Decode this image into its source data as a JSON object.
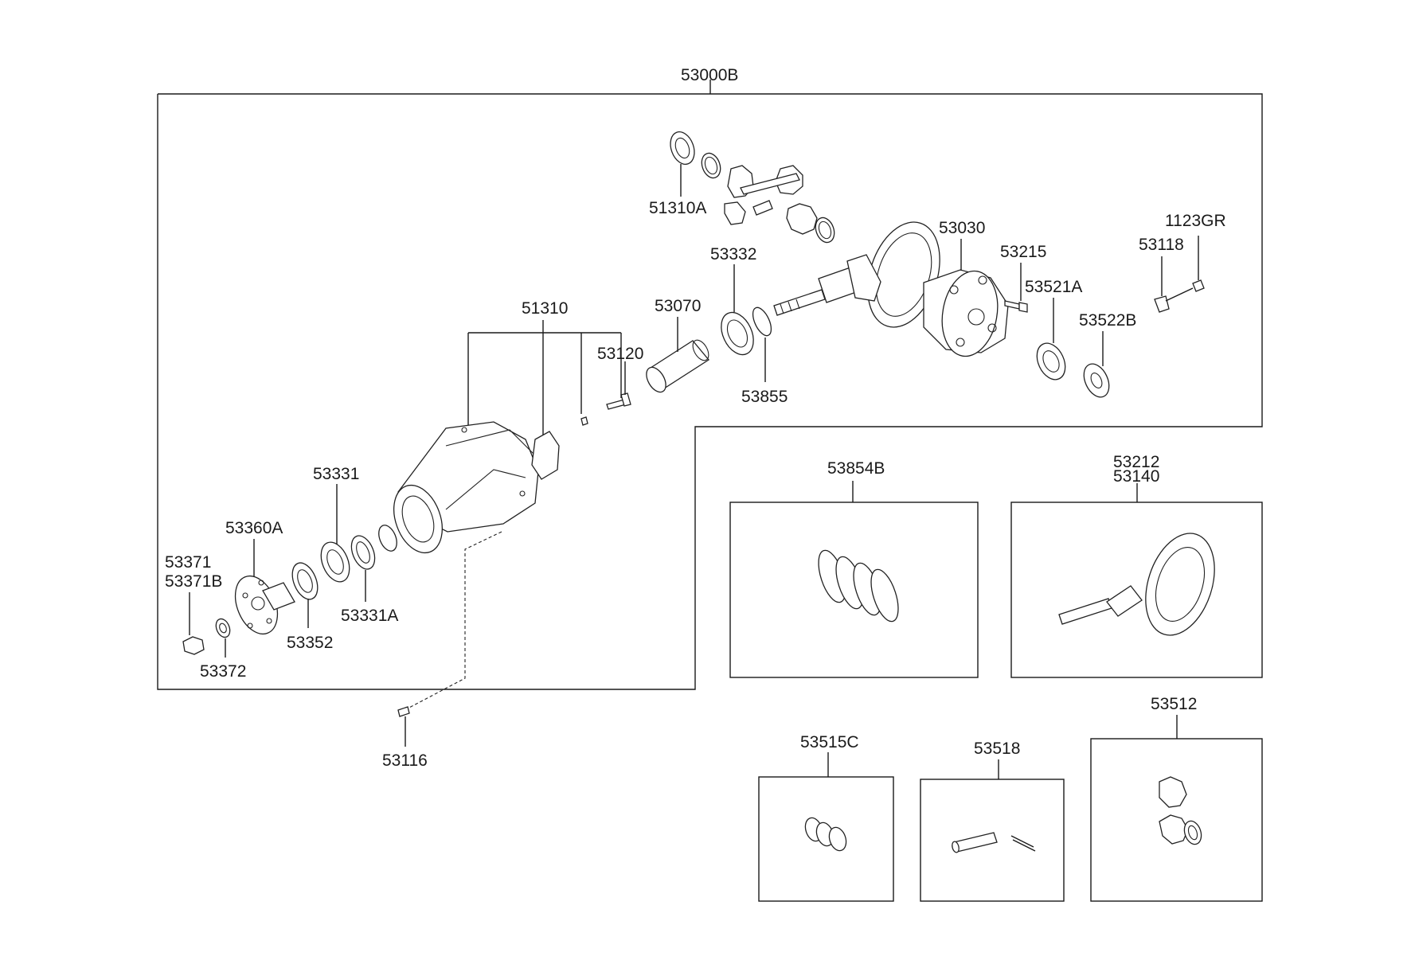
{
  "labels": {
    "assembly": "53000B",
    "p51310A": "51310A",
    "p53030": "53030",
    "p1123GR": "1123GR",
    "p53118": "53118",
    "p53215": "53215",
    "p53332": "53332",
    "p53521A": "53521A",
    "p51310": "51310",
    "p53070": "53070",
    "p53522B": "53522B",
    "p53120": "53120",
    "p53855": "53855",
    "p53331": "53331",
    "p53360A": "53360A",
    "p53371": "53371",
    "p53371B": "53371B",
    "p53331A": "53331A",
    "p53352": "53352",
    "p53372": "53372",
    "p53116": "53116",
    "p53854B": "53854B",
    "p53212": "53212",
    "p53140": "53140",
    "p53515C": "53515C",
    "p53518": "53518",
    "p53512": "53512"
  }
}
